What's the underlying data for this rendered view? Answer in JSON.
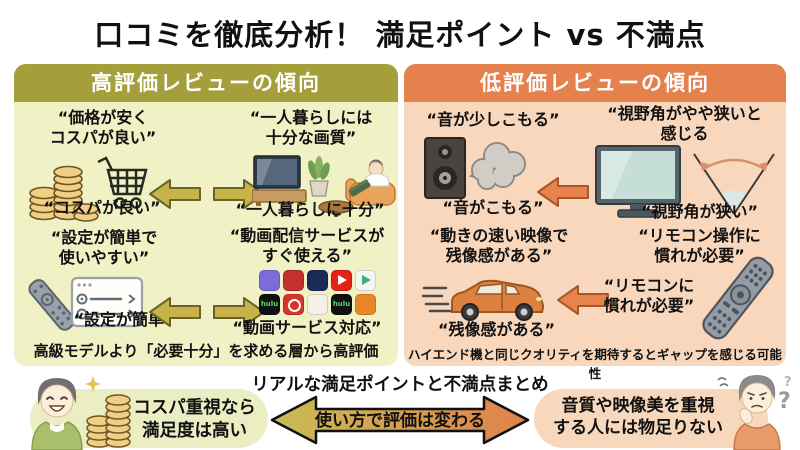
{
  "title": "口コミを徹底分析！ 満足ポイント vs 不満点",
  "high_panel": {
    "header": "高評価レビューの傾向",
    "items": [
      {
        "quote": "“価格が安く\nコスパが良い”",
        "label": "“コスパが良い”"
      },
      {
        "quote": "“一人暮らしには\n十分な画質”",
        "label": "“一人暮らしに十分”"
      },
      {
        "quote": "“設定が簡単で\n使いやすい”",
        "label": "“設定が簡単”"
      },
      {
        "quote": "“動画配信サービスが\nすぐ使える”",
        "label": "“動画サービス対応”"
      }
    ],
    "footer": "高級モデルより「必要十分」を求める層から高評価"
  },
  "low_panel": {
    "header": "低評価レビューの傾向",
    "items": [
      {
        "quote": "“音が少しこもる”",
        "label": "“音がこもる”"
      },
      {
        "quote": "“視野角がやや狭いと\n感じる",
        "label": "“視野角が狭い”"
      },
      {
        "quote": "“動きの速い映像で\n残像感がある”",
        "label": "“残像感がある”"
      },
      {
        "quote": "“リモコン操作に\n慣れが必要”",
        "label": "“リモコンに\n慣れが必要”"
      }
    ],
    "footer": "ハイエンド機と同じクオリティを期待するとギャップを感じる可能性"
  },
  "summary": {
    "title": "リアルな満足ポイントと不満点まとめ",
    "left_point": "コスパ重視なら\n満足度は高い",
    "center_arrow_label": "使い方で評価は変わる",
    "right_point": "音質や映像美を重視\nする人には物足りない"
  },
  "icons": {
    "question_mark": "?",
    "question_mark_small": "?"
  },
  "colors": {
    "high_header_bg": "#a49f3b",
    "high_panel_bg": "#f1f1c6",
    "high_arrow": "#c8b34a",
    "low_header_bg": "#e5814c",
    "low_panel_bg": "#f8d7bc",
    "low_arrow": "#e8834e",
    "summary_left_bg": "#ebeec2",
    "summary_right_bg": "#f8d8bc",
    "gradient_left": "#c9bc55",
    "gradient_right": "#e0824a"
  },
  "streaming_apps": {
    "grid": [
      {
        "bg": "#7d6bd9",
        "glyph": "none"
      },
      {
        "bg": "#c4302b",
        "glyph": "none"
      },
      {
        "bg": "#1b2a59",
        "glyph": "none"
      },
      {
        "bg": "#e62117",
        "glyph": "play-white"
      },
      {
        "bg": "#f5f5f5",
        "glyph": "play-color"
      },
      {
        "bg": "#101010",
        "glyph": "hulu"
      },
      {
        "bg": "#d7342b",
        "glyph": "ring"
      },
      {
        "bg": "#f5f0e8",
        "glyph": "none"
      },
      {
        "bg": "#101010",
        "glyph": "hulu"
      },
      {
        "bg": "#e8872a",
        "glyph": "none"
      }
    ]
  }
}
